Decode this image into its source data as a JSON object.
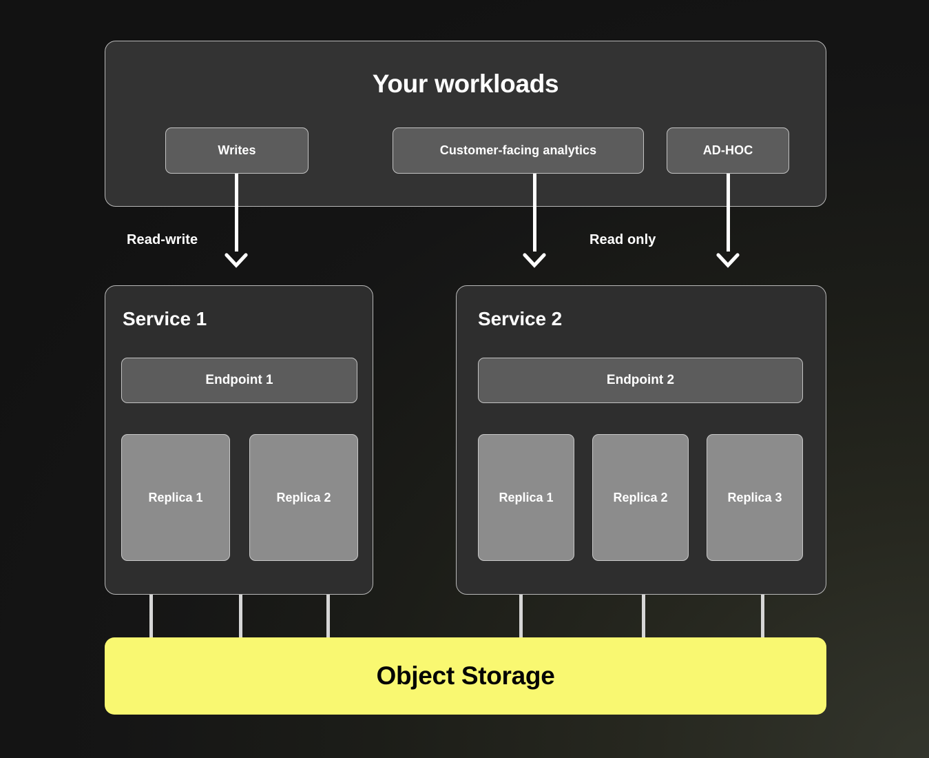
{
  "theme": {
    "background_dark": "#141414",
    "background_light": "#33352c",
    "panel": "#333333",
    "service_panel": "#2e2e2e",
    "chip": "#5c5c5c",
    "replica": "#8c8c8c",
    "accent_yellow": "#f9f871",
    "line": "#ffffff",
    "text_light": "#ffffff",
    "text_dark": "#050505"
  },
  "workloads": {
    "title": "Your workloads",
    "chips": [
      {
        "id": "writes",
        "label": "Writes"
      },
      {
        "id": "analytics",
        "label": "Customer-facing analytics"
      },
      {
        "id": "adhoc",
        "label": "AD-HOC"
      }
    ]
  },
  "edges": [
    {
      "id": "writes-to-service1",
      "label": "Read-write",
      "from": "Writes",
      "to": "Service 1"
    },
    {
      "id": "analytics-to-service2",
      "label": "",
      "from": "Customer-facing analytics",
      "to": "Service 2"
    },
    {
      "id": "adhoc-to-service2",
      "label": "Read only",
      "from": "AD-HOC",
      "to": "Service 2"
    }
  ],
  "edge_labels": {
    "read_write": "Read-write",
    "read_only": "Read only"
  },
  "services": [
    {
      "id": "service-1",
      "title": "Service 1",
      "endpoint": "Endpoint 1",
      "replicas": [
        "Replica 1",
        "Replica 2"
      ]
    },
    {
      "id": "service-2",
      "title": "Service 2",
      "endpoint": "Endpoint 2",
      "replicas": [
        "Replica 1",
        "Replica 2",
        "Replica 3"
      ]
    }
  ],
  "storage": {
    "label": "Object Storage"
  }
}
